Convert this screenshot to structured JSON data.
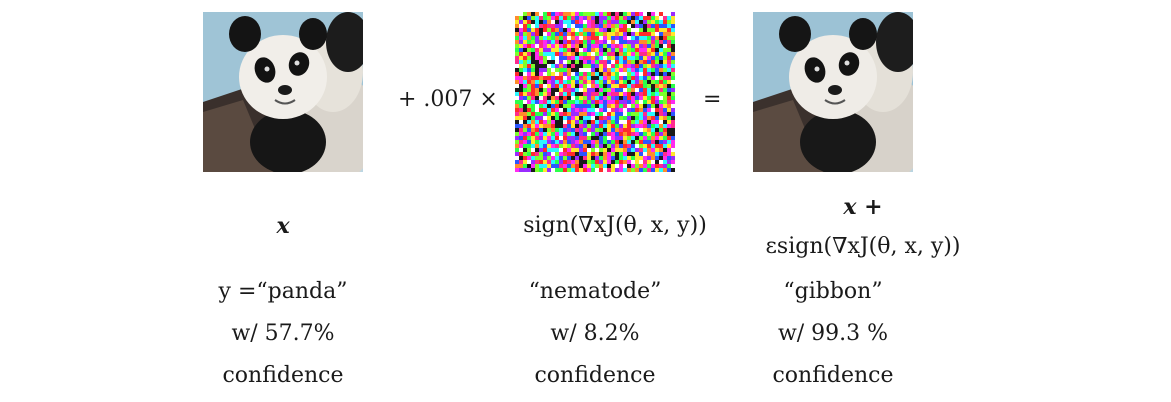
{
  "operators": {
    "plus_coefficient": "+ .007 ×",
    "equals": "="
  },
  "labels": {
    "input": "x",
    "perturbation": "sign(∇xJ(θ, x, y))",
    "adversarial_line1": "x +",
    "adversarial_line2": "εsign(∇xJ(θ, x, y))"
  },
  "captions": [
    {
      "class_line": "y =“panda”",
      "confidence_line": "w/ 57.7%",
      "word": "confidence"
    },
    {
      "class_line": "“nematode”",
      "confidence_line": "w/ 8.2%",
      "word": "confidence"
    },
    {
      "class_line": "“gibbon”",
      "confidence_line": "w/ 99.3 %",
      "word": "confidence"
    }
  ]
}
